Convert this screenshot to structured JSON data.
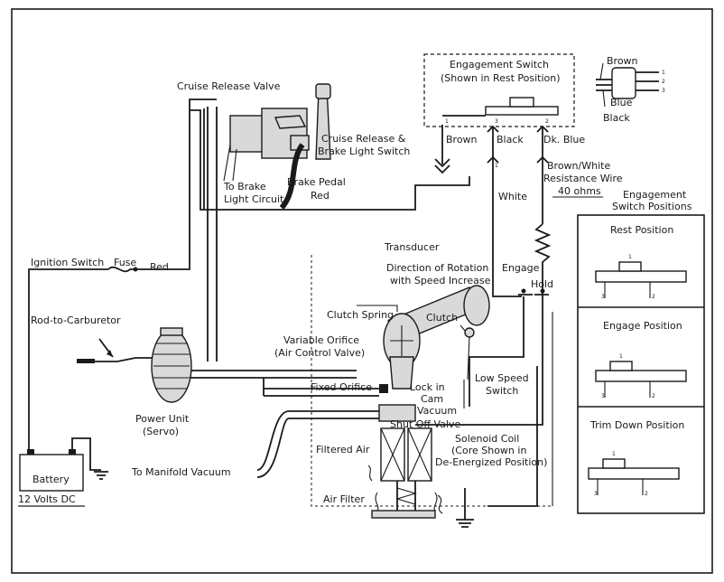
{
  "labels": {
    "cruise_release_valve": "Cruise Release Valve",
    "cruise_release_switch_1": "Cruise Release &",
    "cruise_release_switch_2": "Brake Light Switch",
    "brake_pedal": "Brake Pedal",
    "to_brake_1": "To Brake",
    "to_brake_2": "Light Circuit",
    "red_upper": "Red",
    "ignition_switch": "Ignition Switch",
    "fuse": "Fuse",
    "red_lower": "Red",
    "rod_to_carburetor": "Rod-to-Carburetor",
    "power_unit_1": "Power Unit",
    "power_unit_2": "(Servo)",
    "battery": "Battery",
    "battery_voltage": "12 Volts DC",
    "to_manifold_vacuum": "To Manifold Vacuum",
    "transducer": "Transducer",
    "direction_1": "Direction of Rotation",
    "direction_2": "with Speed Increase",
    "clutch_spring": "Clutch Spring",
    "clutch": "Clutch",
    "variable_orifice_1": "Variable Orifice",
    "variable_orifice_2": "(Air Control Valve)",
    "fixed_orifice": "Fixed Orifice",
    "lock_in_1": "Lock in",
    "lock_in_2": "Cam",
    "lock_in_3": "Vacuum",
    "shut_off_valve": "Shut Off Valve",
    "low_speed_1": "Low Speed",
    "low_speed_2": "Switch",
    "filtered_air": "Filtered Air",
    "solenoid_1": "Solenoid Coil",
    "solenoid_2": "(Core Shown in",
    "solenoid_3": "De-Energized Position)",
    "air_filter": "Air Filter",
    "engage": "Engage",
    "hold": "Hold",
    "engagement_switch_1": "Engagement Switch",
    "engagement_switch_2": "(Shown in Rest Position)",
    "wire_brown": "Brown",
    "wire_black": "Black",
    "wire_dkblue": "Dk. Blue",
    "wire_white": "White",
    "resistance_1": "Brown/White",
    "resistance_2": "Resistance Wire",
    "resistance_3": "40 ohms",
    "connector_brown": "Brown",
    "connector_blue": "Blue",
    "connector_black": "Black",
    "positions_title_1": "Engagement",
    "positions_title_2": "Switch Positions",
    "rest_position": "Rest Position",
    "engage_position": "Engage Position",
    "trim_down_position": "Trim Down Position"
  },
  "terminal_marks": {
    "one": "1",
    "two": "2",
    "three": "3"
  }
}
